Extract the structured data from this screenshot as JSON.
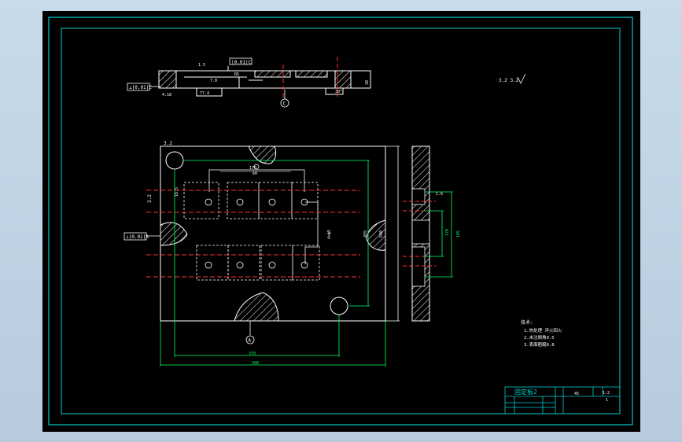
{
  "drawing": {
    "top_view": {
      "gdt_label": "⊥|0.01|C",
      "tol_label": "|0.01|C",
      "datum_c": "C",
      "dim_depth": "38",
      "dim_small": "1.5",
      "dim_left": "4.18",
      "dim_mid": "7.0",
      "dim_chamfer": "77.4",
      "dim_angle": "30°",
      "dim_r": "R5"
    },
    "front_view": {
      "roughness_top": "3.2",
      "roughness_left": "3.2",
      "gdt_label": "⊥|0.01|A",
      "datum_a": "A",
      "dim_top_pitch": "170",
      "dim_top_b": "60",
      "dim_left": "16.5",
      "dim_dia": "4×ф5",
      "dim_vertical": "455",
      "dim_vertical2": "500",
      "dim_bottom_inner": "370",
      "dim_bottom_outer": "500"
    },
    "side_view": {
      "dim_top": "1.6",
      "dim_mid": "170",
      "dim_right": "185"
    },
    "roughness_note": "3.2  3.2",
    "notes": {
      "title": "技术:",
      "line1": "1.热处理 淬火回火",
      "line2": "2.未注倒角0.5",
      "line3": "3.表面粗糙0.8"
    },
    "title_block": {
      "part_name": "固定板2",
      "scale": "1:2",
      "code": "45",
      "sheet": "1"
    }
  }
}
